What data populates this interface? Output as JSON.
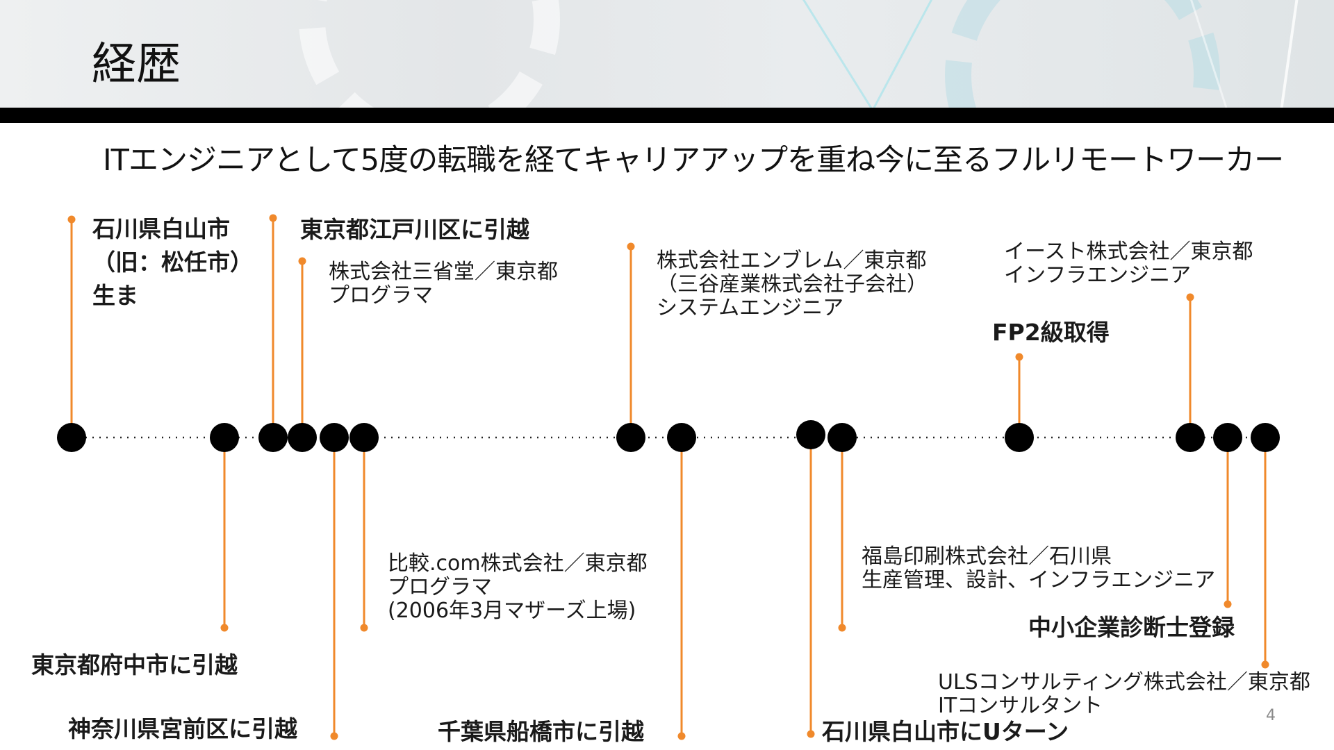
{
  "slide": {
    "title": "経歴",
    "subtitle": "ITエンジニアとして5度の転職を経てキャリアアップを重ね今に至るフルリモートワーカー",
    "page_number": "4"
  },
  "colors": {
    "accent": "#f0892b",
    "dot": "#000000",
    "rule": "#000000"
  },
  "timeline": {
    "events": [
      {
        "lines": [
          "石川県白山市",
          "（旧：松任市）",
          "生ま"
        ],
        "bold": true
      },
      {
        "lines": [
          "東京都府中市に引越"
        ],
        "bold": true
      },
      {
        "lines": [
          "東京都江戸川区に引越"
        ],
        "bold": true
      },
      {
        "lines": [
          "株式会社三省堂／東京都",
          "プログラマ"
        ],
        "bold": false
      },
      {
        "lines": [
          "神奈川県宮前区に引越"
        ],
        "bold": true
      },
      {
        "lines": [
          "比較.com株式会社／東京都",
          "プログラマ",
          "(2006年3月マザーズ上場)"
        ],
        "bold": false
      },
      {
        "lines": [
          "株式会社エンブレム／東京都",
          "（三谷産業株式会社子会社）",
          "システムエンジニア"
        ],
        "bold": false
      },
      {
        "lines": [
          "千葉県船橋市に引越"
        ],
        "bold": true
      },
      {
        "lines": [
          "石川県白山市にUターン"
        ],
        "bold": true
      },
      {
        "lines": [
          "福島印刷株式会社／石川県",
          "生産管理、設計、インフラエンジニア"
        ],
        "bold": false
      },
      {
        "lines": [
          "FP2級取得"
        ],
        "bold": true
      },
      {
        "lines": [
          "イースト株式会社／東京都",
          "インフラエンジニア"
        ],
        "bold": false
      },
      {
        "lines": [
          "中小企業診断士登録"
        ],
        "bold": true
      },
      {
        "lines": [
          "ULSコンサルティング株式会社／東京都",
          "ITコンサルタント"
        ],
        "bold": false
      }
    ]
  }
}
